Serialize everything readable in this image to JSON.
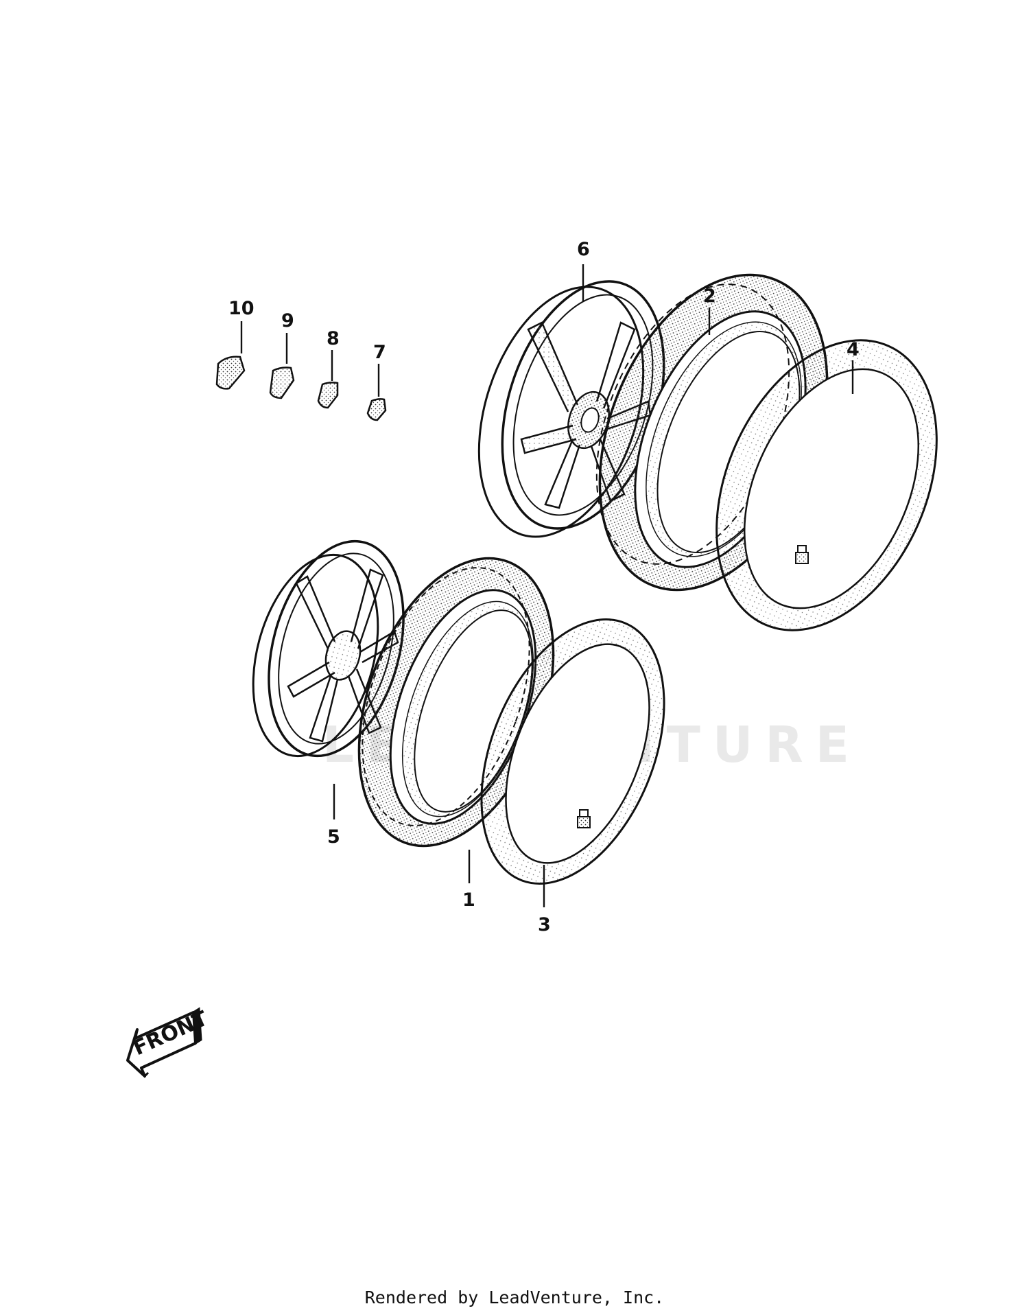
{
  "callouts": {
    "c1": "1",
    "c2": "2",
    "c3": "3",
    "c4": "4",
    "c5": "5",
    "c6": "6",
    "c7": "7",
    "c8": "8",
    "c9": "9",
    "c10": "10"
  },
  "front_label": "FRONT",
  "watermark": "LEADVENTURE",
  "footer": "Rendered by LeadVenture, Inc.",
  "colors": {
    "ink": "#111111",
    "paper": "#ffffff",
    "watermark": "#e9e9e9"
  }
}
